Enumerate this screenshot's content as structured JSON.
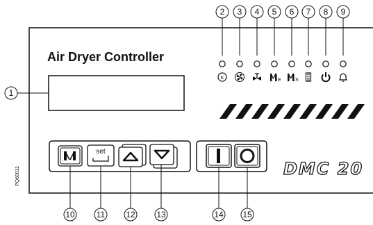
{
  "panel": {
    "title": "Air Dryer Controller",
    "model": "DMC 20",
    "drawing_code": "PQ60011",
    "set_label": "set"
  },
  "indicators": [
    {
      "callout": "2",
      "icon": "k-circle-icon"
    },
    {
      "callout": "3",
      "icon": "fan-icon"
    },
    {
      "callout": "4",
      "icon": "drain-valve-icon"
    },
    {
      "callout": "5",
      "icon": "tower-e-icon"
    },
    {
      "callout": "6",
      "icon": "tower-s-icon"
    },
    {
      "callout": "7",
      "icon": "battery-icon"
    },
    {
      "callout": "8",
      "icon": "power-icon"
    },
    {
      "callout": "9",
      "icon": "alarm-bell-icon"
    }
  ],
  "callouts": {
    "display": "1",
    "tower_button": "10",
    "set_button": "11",
    "up_button": "12",
    "down_button": "13",
    "start_button": "14",
    "stop_button": "15"
  }
}
